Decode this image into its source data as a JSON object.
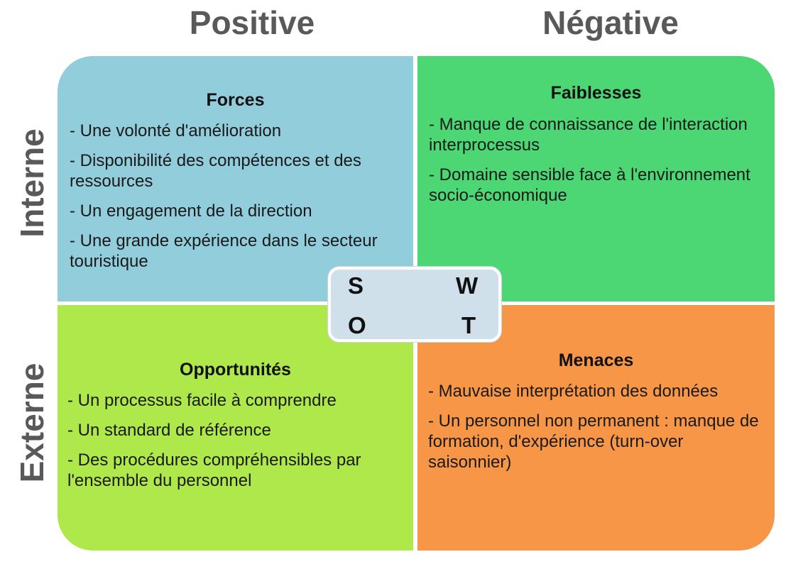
{
  "columns": {
    "positive": "Positive",
    "negative": "Négative"
  },
  "rows": {
    "internal": "Interne",
    "external": "Externe"
  },
  "quadrants": {
    "forces": {
      "title": "Forces",
      "color": "#92cddc",
      "items": [
        "- Une volonté  d'amélioration",
        "- Disponibilité des compétences et des ressources",
        "- Un engagement de la direction",
        "- Une grande expérience dans le secteur touristique"
      ]
    },
    "faiblesses": {
      "title": "Faiblesses",
      "color": "#4cd774",
      "items": [
        "- Manque de connaissance de l'interaction interprocessus",
        "- Domaine sensible face à l'environnement socio-économique"
      ]
    },
    "opportunites": {
      "title": "Opportunités",
      "color": "#afe84a",
      "items": [
        "- Un processus facile à comprendre",
        "- Un standard de référence",
        "- Des procédures compréhensibles par l'ensemble du personnel"
      ]
    },
    "menaces": {
      "title": "Menaces",
      "color": "#f79646",
      "items": [
        "- Mauvaise interprétation des données",
        "- Un personnel non permanent : manque de formation, d'expérience (turn-over saisonnier)"
      ]
    }
  },
  "swot": {
    "s": "S",
    "w": "W",
    "o": "O",
    "t": "T"
  },
  "colors": {
    "heading": "#595959",
    "swot_box": "#d0e0ea"
  }
}
